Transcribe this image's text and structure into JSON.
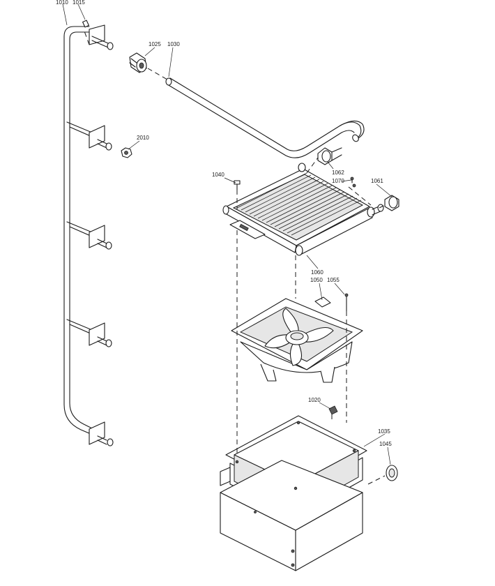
{
  "labels": {
    "p1010": "1010",
    "p1015": "1015",
    "p1025": "1025",
    "p1030": "1030",
    "p2010": "2010",
    "p1040": "1040",
    "p1062": "1062",
    "p1070": "1070",
    "p1061": "1061",
    "p1060": "1060",
    "p1050": "1050",
    "p1055": "1055",
    "p1020": "1020",
    "p1035": "1035",
    "p1045": "1045"
  }
}
